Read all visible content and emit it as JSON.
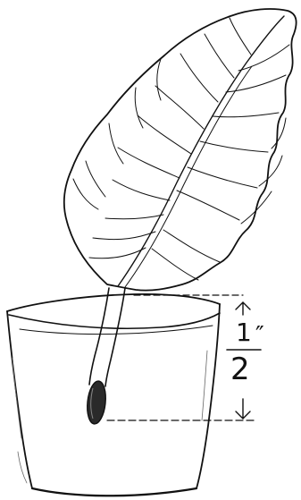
{
  "measurement": {
    "numerator": "1",
    "denominator": "2",
    "unit_mark": "″",
    "value": 0.5,
    "unit": "inch"
  },
  "colors": {
    "ink": "#111111",
    "paper": "#ffffff",
    "seed": "#2a2a2a"
  }
}
